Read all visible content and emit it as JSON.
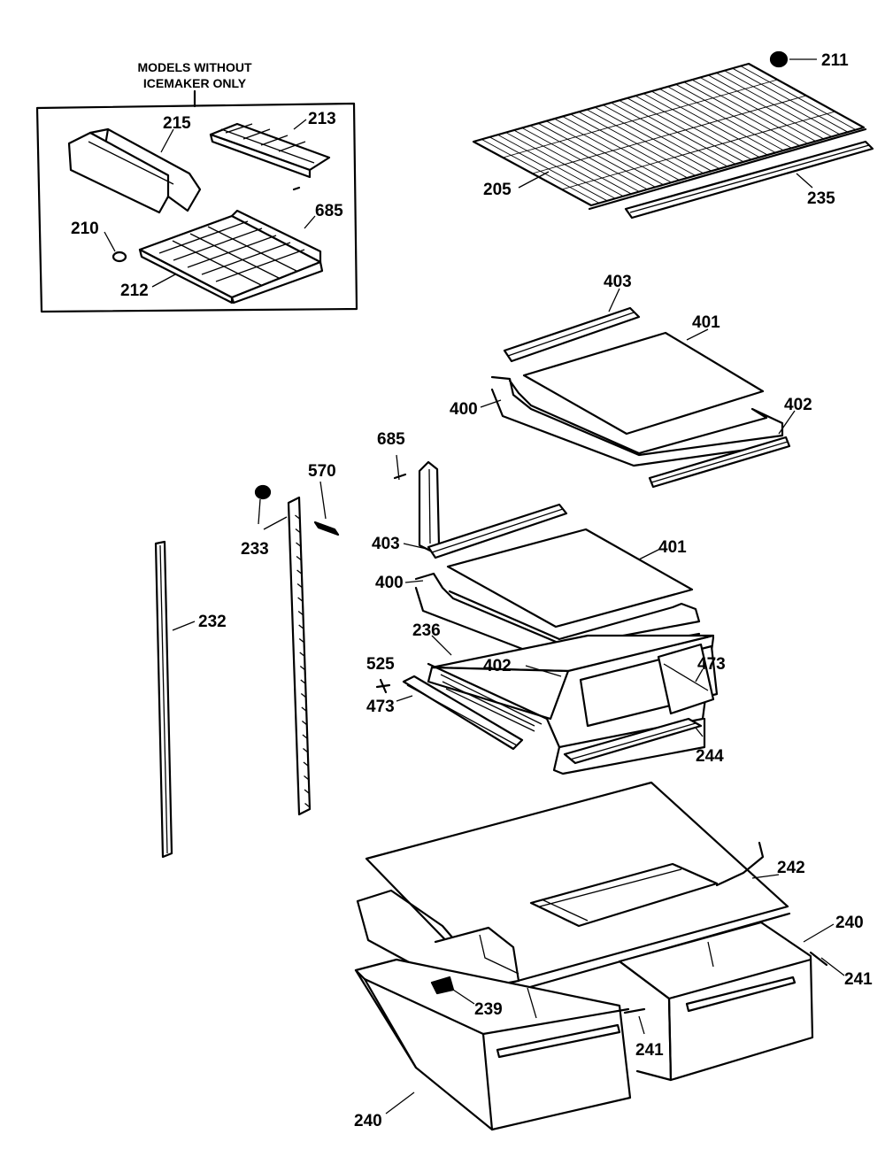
{
  "inset": {
    "title_line1": "MODELS WITHOUT",
    "title_line2": "ICEMAKER ONLY"
  },
  "labels": [
    {
      "id": "211",
      "text": "211"
    },
    {
      "id": "205",
      "text": "205"
    },
    {
      "id": "235",
      "text": "235"
    },
    {
      "id": "215",
      "text": "215"
    },
    {
      "id": "213",
      "text": "213"
    },
    {
      "id": "685a",
      "text": "685"
    },
    {
      "id": "210",
      "text": "210"
    },
    {
      "id": "212",
      "text": "212"
    },
    {
      "id": "403a",
      "text": "403"
    },
    {
      "id": "401a",
      "text": "401"
    },
    {
      "id": "400a",
      "text": "400"
    },
    {
      "id": "402a",
      "text": "402"
    },
    {
      "id": "685b",
      "text": "685"
    },
    {
      "id": "570",
      "text": "570"
    },
    {
      "id": "233",
      "text": "233"
    },
    {
      "id": "403b",
      "text": "403"
    },
    {
      "id": "401b",
      "text": "401"
    },
    {
      "id": "400b",
      "text": "400"
    },
    {
      "id": "232",
      "text": "232"
    },
    {
      "id": "236",
      "text": "236"
    },
    {
      "id": "525",
      "text": "525"
    },
    {
      "id": "402b",
      "text": "402"
    },
    {
      "id": "473a",
      "text": "473"
    },
    {
      "id": "473b",
      "text": "473"
    },
    {
      "id": "244",
      "text": "244"
    },
    {
      "id": "242",
      "text": "242"
    },
    {
      "id": "240a",
      "text": "240"
    },
    {
      "id": "241a",
      "text": "241"
    },
    {
      "id": "239",
      "text": "239"
    },
    {
      "id": "241b",
      "text": "241"
    },
    {
      "id": "240b",
      "text": "240"
    }
  ]
}
